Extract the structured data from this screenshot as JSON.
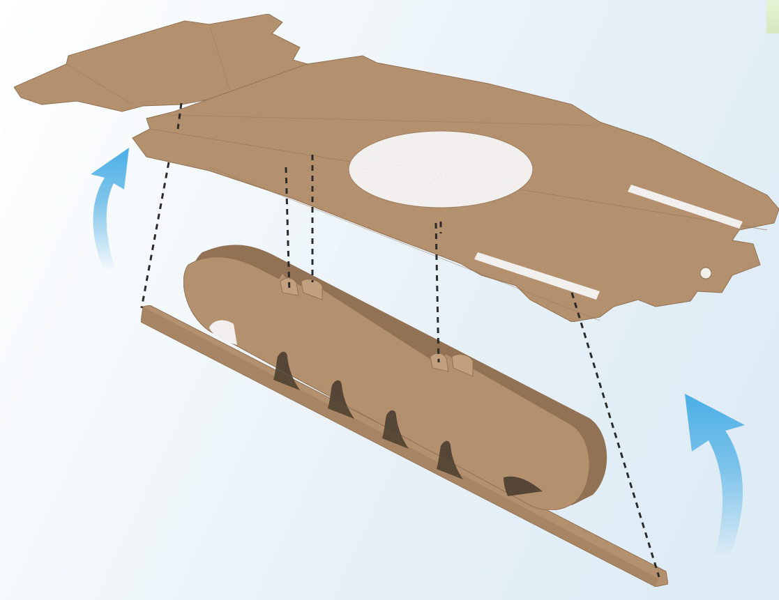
{
  "diagram": {
    "subject": "cardboard-tank-assembly",
    "colors": {
      "cardboard": "#b89370",
      "cardboard_light": "#c9a582",
      "cardboard_dark": "#8f6d4f",
      "cutout": "#ffffff",
      "arrow": "#5ab4e6",
      "dashed_line": "#2b2b2b",
      "corner_accent": "#d6e9bf"
    },
    "parts": [
      "top-sheet",
      "hull-side-panel",
      "track-base-strip"
    ],
    "arrows": [
      "left-arrow-up",
      "right-arrow-up"
    ]
  }
}
